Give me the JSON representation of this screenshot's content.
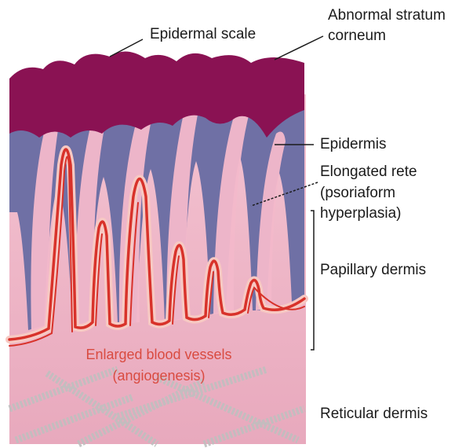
{
  "labels": {
    "epidermal_scale": "Epidermal scale",
    "stratum_line1": "Abnormal stratum",
    "stratum_line2": "corneum",
    "epidermis": "Epidermis",
    "rete_line1": "Elongated rete",
    "rete_line2": "(psoriaform",
    "rete_line3": "hyperplasia)",
    "papillary": "Papillary dermis",
    "reticular": "Reticular dermis",
    "vessels_line1": "Enlarged blood vessels",
    "vessels_line2": "(angiogenesis)"
  },
  "colors": {
    "stratum_corneum": "#8a1253",
    "epidermis": "#6e6fa3",
    "papillary_dermis": "#f2bccb",
    "reticular_dermis": "#eaaebf",
    "blood_vessel": "#d8322a",
    "blood_vessel_light": "#f7c9c3",
    "collagen": "#c9c9c9"
  }
}
